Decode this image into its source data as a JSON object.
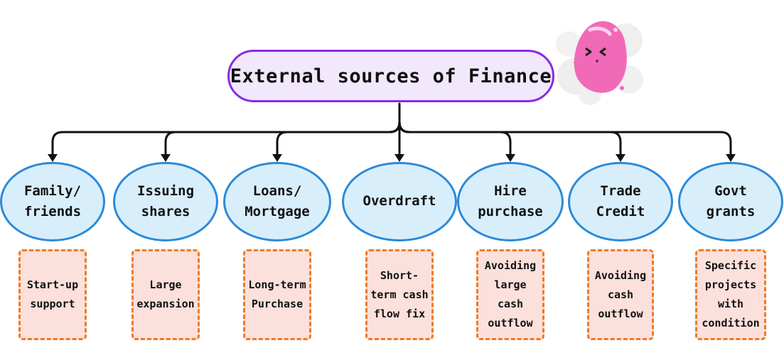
{
  "root": {
    "label": "External sources of Finance"
  },
  "mascot": {
    "icon": "pink-blob-mascot-icon",
    "expression": "> <"
  },
  "sources": [
    {
      "lines": [
        "Family/",
        "friends"
      ],
      "desc": [
        "Start-up",
        "support"
      ]
    },
    {
      "lines": [
        "Issuing",
        "shares"
      ],
      "desc": [
        "Large",
        "expansion"
      ]
    },
    {
      "lines": [
        "Loans/",
        "Mortgage"
      ],
      "desc": [
        "Long-term",
        "Purchase"
      ]
    },
    {
      "lines": [
        "Overdraft"
      ],
      "desc": [
        "Short-",
        "term cash",
        "flow fix"
      ]
    },
    {
      "lines": [
        "Hire",
        "purchase"
      ],
      "desc": [
        "Avoiding",
        "large cash",
        "outflow"
      ]
    },
    {
      "lines": [
        "Trade",
        "Credit"
      ],
      "desc": [
        "Avoiding",
        "cash",
        "outflow"
      ]
    },
    {
      "lines": [
        "Govt",
        "grants"
      ],
      "desc": [
        "Specific",
        "projects",
        "with",
        "condition"
      ]
    }
  ],
  "colors": {
    "root_border": "#8a2be2",
    "root_fill": "#f1e8fb",
    "oval_border": "#2a8ad8",
    "oval_fill": "#d9eefb",
    "box_border": "#f07a22",
    "box_fill": "#fbe0dc",
    "connector": "#111111",
    "mascot": "#f06ab8"
  }
}
